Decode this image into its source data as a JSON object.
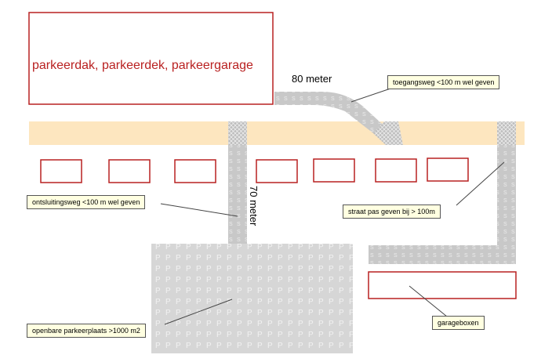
{
  "garage_label": "parkeerdak, parkeerdek, parkeergarage",
  "distance_top": "80 meter",
  "distance_vertical": "70 meter",
  "callouts": {
    "access_road": "toegangsweg <100 m wel geven",
    "connector_road": "ontsluitingsweg <100 m wel geven",
    "street": "straat pas geven bij > 100m",
    "public_parking": "openbare parkeerplaats >1000 m2",
    "garage_boxes": "garageboxen"
  },
  "colors": {
    "outline_red": "#b92121",
    "road_band": "#fde6bf",
    "pavement": "#c8c8c8",
    "parking_area": "#d8d8d8",
    "callout_bg": "#ffffe1"
  },
  "pattern_letters": {
    "road": "S",
    "parking": "P",
    "crossing": "X"
  }
}
